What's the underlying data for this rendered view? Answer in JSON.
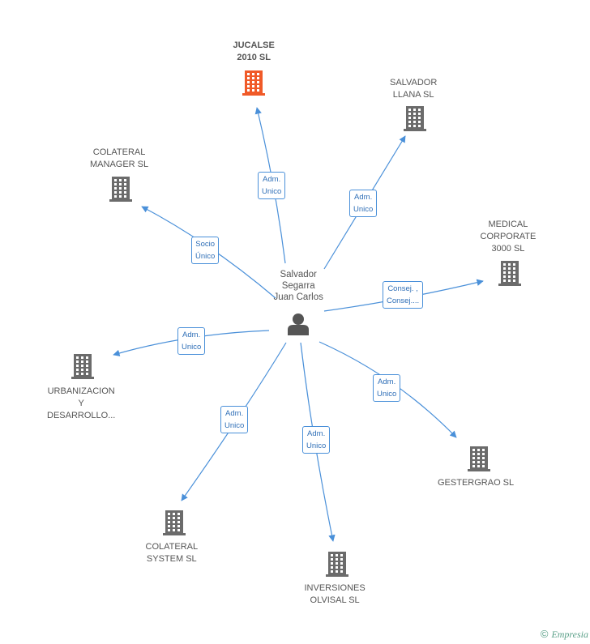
{
  "center": {
    "name_lines": [
      "Salvador",
      "Segarra",
      "Juan Carlos"
    ],
    "icon": "person-icon"
  },
  "companies": [
    {
      "id": "jucalse",
      "lines": [
        "JUCALSE",
        "2010 SL"
      ],
      "highlight": true,
      "icon": "building-icon"
    },
    {
      "id": "salvador-llana",
      "lines": [
        "SALVADOR",
        "LLANA SL"
      ],
      "highlight": false,
      "icon": "building-icon"
    },
    {
      "id": "colateral-manager",
      "lines": [
        "COLATERAL",
        "MANAGER SL"
      ],
      "highlight": false,
      "icon": "building-icon"
    },
    {
      "id": "medical-corporate",
      "lines": [
        "MEDICAL",
        "CORPORATE",
        "3000 SL"
      ],
      "highlight": false,
      "icon": "building-icon"
    },
    {
      "id": "urbanizacion",
      "lines": [
        "URBANIZACION",
        "Y",
        "DESARROLLO..."
      ],
      "highlight": false,
      "icon": "building-icon"
    },
    {
      "id": "gestergrao",
      "lines": [
        "GESTERGRAO SL"
      ],
      "highlight": false,
      "icon": "building-icon"
    },
    {
      "id": "colateral-system",
      "lines": [
        "COLATERAL",
        "SYSTEM SL"
      ],
      "highlight": false,
      "icon": "building-icon"
    },
    {
      "id": "inversiones-olvisal",
      "lines": [
        "INVERSIONES",
        "OLVISAL SL"
      ],
      "highlight": false,
      "icon": "building-icon"
    }
  ],
  "edges": [
    {
      "to": "jucalse",
      "label_lines": [
        "Adm.",
        "Unico"
      ]
    },
    {
      "to": "salvador-llana",
      "label_lines": [
        "Adm.",
        "Unico"
      ]
    },
    {
      "to": "colateral-manager",
      "label_lines": [
        "Socio",
        "Único"
      ]
    },
    {
      "to": "medical-corporate",
      "label_lines": [
        "Consej. ,",
        "Consej...."
      ]
    },
    {
      "to": "urbanizacion",
      "label_lines": [
        "Adm.",
        "Unico"
      ]
    },
    {
      "to": "gestergrao",
      "label_lines": [
        "Adm.",
        "Unico"
      ]
    },
    {
      "to": "colateral-system",
      "label_lines": [
        "Adm.",
        "Unico"
      ]
    },
    {
      "to": "inversiones-olvisal",
      "label_lines": [
        "Adm.",
        "Unico"
      ]
    }
  ],
  "colors": {
    "edge": "#4a90d9",
    "building": "#6b6b6b",
    "highlight": "#f05a28",
    "person": "#555555"
  },
  "brand": {
    "copyright": "©",
    "name": "Empresia"
  }
}
